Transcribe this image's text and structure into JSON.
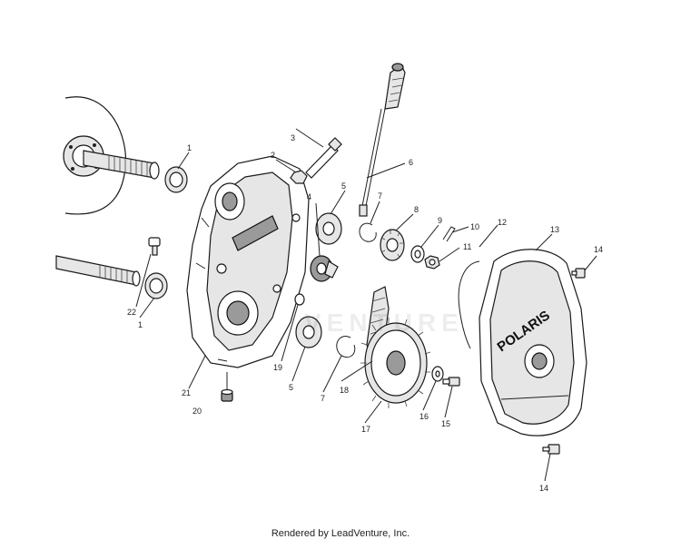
{
  "diagram": {
    "callouts": [
      {
        "id": "c1a",
        "label": "1"
      },
      {
        "id": "c2",
        "label": "2"
      },
      {
        "id": "c3",
        "label": "3"
      },
      {
        "id": "c4",
        "label": "4"
      },
      {
        "id": "c5a",
        "label": "5"
      },
      {
        "id": "c6",
        "label": "6"
      },
      {
        "id": "c7a",
        "label": "7"
      },
      {
        "id": "c8",
        "label": "8"
      },
      {
        "id": "c9",
        "label": "9"
      },
      {
        "id": "c10",
        "label": "10"
      },
      {
        "id": "c11",
        "label": "11"
      },
      {
        "id": "c12",
        "label": "12"
      },
      {
        "id": "c13",
        "label": "13"
      },
      {
        "id": "c14a",
        "label": "14"
      },
      {
        "id": "c22",
        "label": "22"
      },
      {
        "id": "c1b",
        "label": "1"
      },
      {
        "id": "c19",
        "label": "19"
      },
      {
        "id": "c5b",
        "label": "5"
      },
      {
        "id": "c7b",
        "label": "7"
      },
      {
        "id": "c18",
        "label": "18"
      },
      {
        "id": "c21",
        "label": "21"
      },
      {
        "id": "c20",
        "label": "20"
      },
      {
        "id": "c17",
        "label": "17"
      },
      {
        "id": "c16",
        "label": "16"
      },
      {
        "id": "c15",
        "label": "15"
      },
      {
        "id": "c14b",
        "label": "14"
      }
    ],
    "cover_brand_text": "POLARIS",
    "watermark_text": "VENTURE"
  },
  "footer": {
    "credit": "Rendered by LeadVenture, Inc."
  }
}
